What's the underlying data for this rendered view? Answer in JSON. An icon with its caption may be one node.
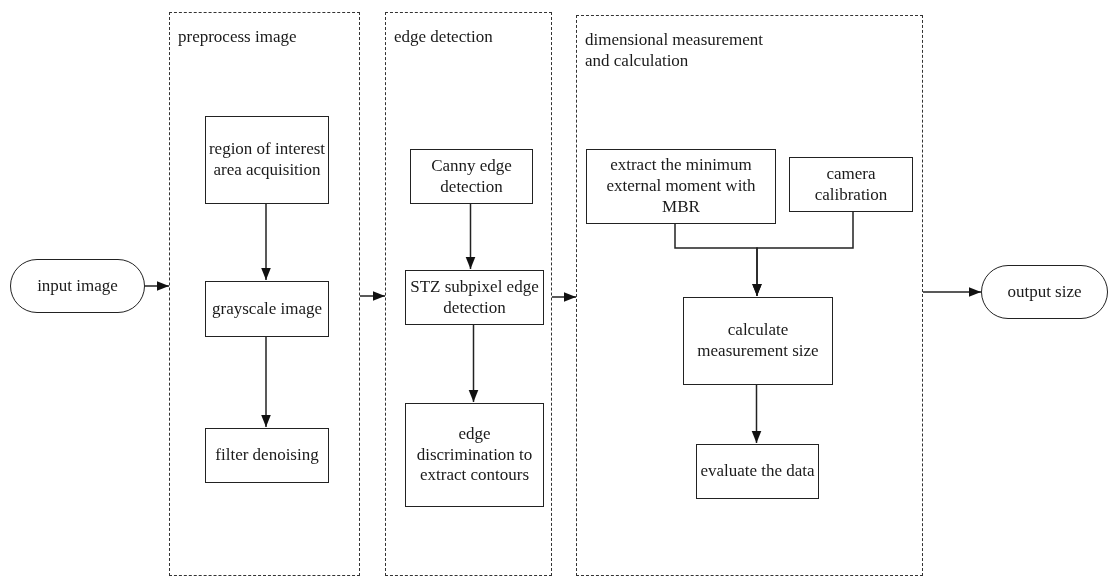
{
  "diagram": {
    "nodes": [
      {
        "text": [
          "input image"
        ]
      },
      {
        "text": [
          "preprocess image"
        ]
      },
      {
        "text": [
          "region of interest area acquisition"
        ],
        "in": 1
      },
      {
        "text": [
          "grayscale image"
        ],
        "in": 1
      },
      {
        "text": [
          "filter denoising"
        ],
        "in": 1
      },
      {
        "text": [
          "edge detection"
        ]
      },
      {
        "text": [
          "Canny edge detection"
        ],
        "in": 5
      },
      {
        "text": [
          "STZ subpixel edge detection"
        ],
        "in": 5
      },
      {
        "text": [
          "edge discrimination to extract contours"
        ],
        "in": 5
      },
      {
        "text": [
          "dimensional measurement and calculation"
        ]
      },
      {
        "text": [
          "extract the minimum external moment with MBR"
        ],
        "in": 9
      },
      {
        "text": [
          "camera calibration"
        ],
        "in": 9
      },
      {
        "text": [
          "calculate measurement size"
        ],
        "in": 9
      },
      {
        "text": [
          "evaluate the data"
        ],
        "in": 9
      },
      {
        "text": [
          "output size"
        ]
      }
    ],
    "edges": [
      {
        "from": 0,
        "to": 1,
        "arrow": "to"
      },
      {
        "from": 2,
        "to": 3,
        "arrow": "to"
      },
      {
        "from": 3,
        "to": 4,
        "arrow": "to"
      },
      {
        "from": 1,
        "to": 5,
        "arrow": "to"
      },
      {
        "from": 6,
        "to": 7,
        "arrow": "to"
      },
      {
        "from": 7,
        "to": 8,
        "arrow": "to"
      },
      {
        "from": 5,
        "to": 9,
        "arrow": "to"
      },
      {
        "from": 10,
        "to": 12,
        "arrow": "to"
      },
      {
        "from": 11,
        "to": 12,
        "arrow": "to"
      },
      {
        "from": 12,
        "to": 13,
        "arrow": "to"
      },
      {
        "from": 9,
        "to": 14,
        "arrow": "to"
      }
    ]
  }
}
